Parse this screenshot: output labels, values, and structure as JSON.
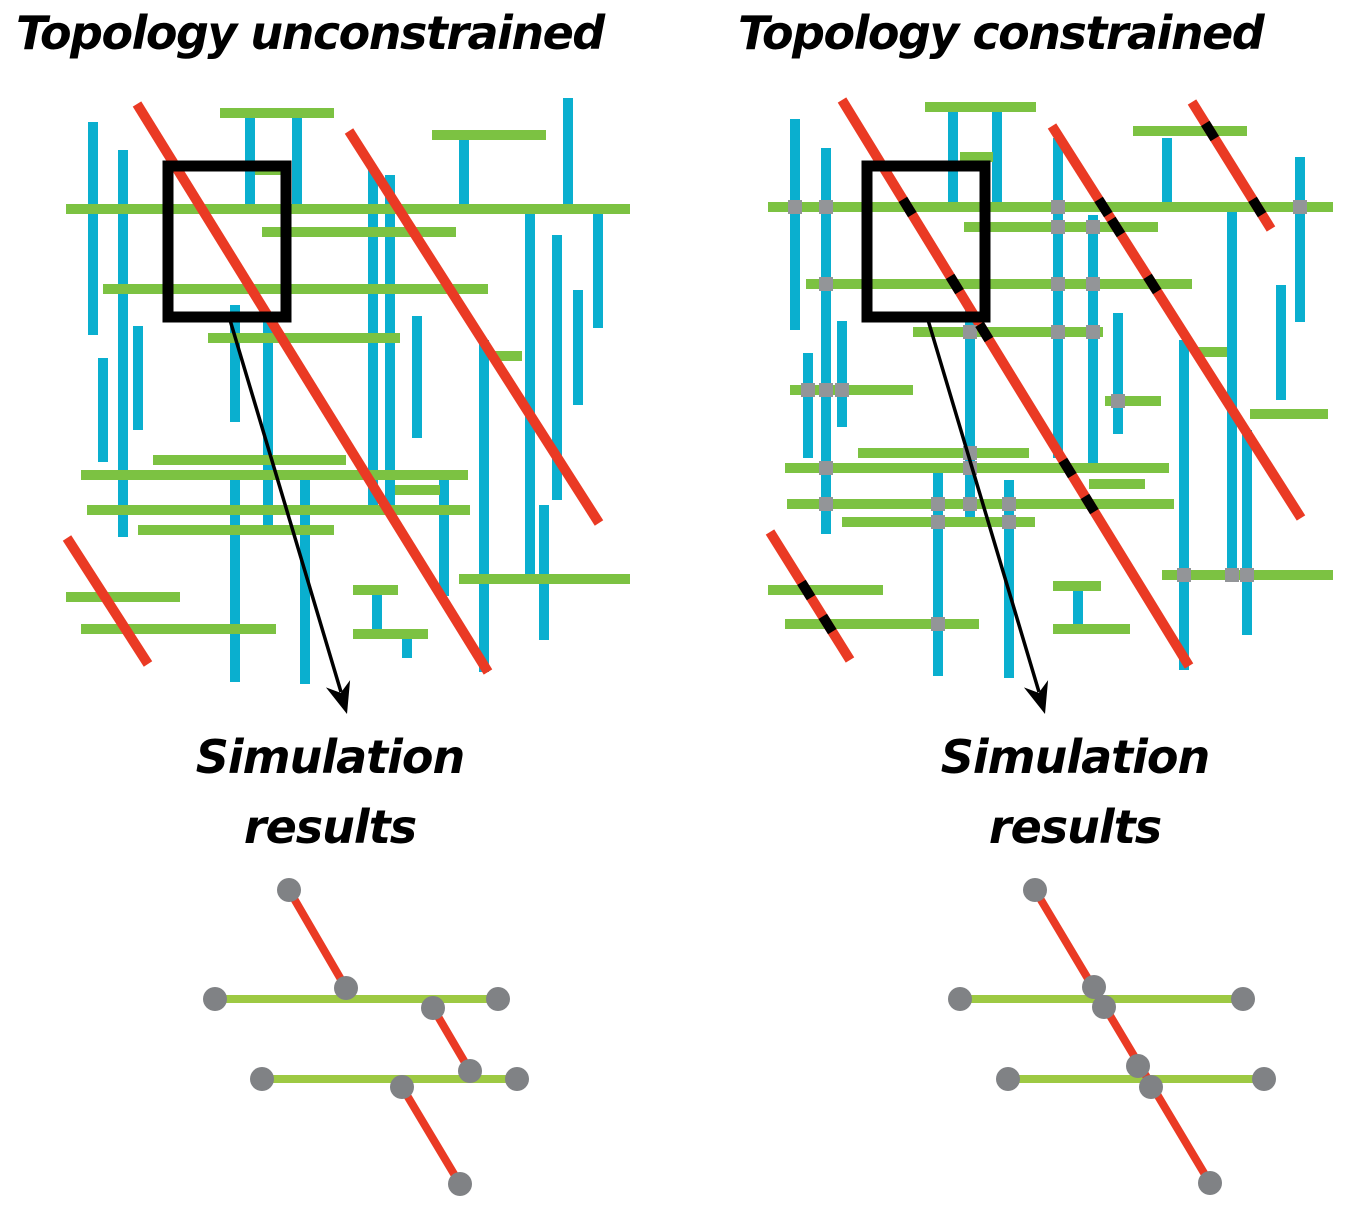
{
  "panels": {
    "left": {
      "title": "Topology unconstrained",
      "result_label_line1": "Simulation",
      "result_label_line2": "results"
    },
    "right": {
      "title": "Topology constrained",
      "result_label_line1": "Simulation",
      "result_label_line2": "results"
    }
  },
  "colors": {
    "vertical_segments": "#0aafcf",
    "horizontal_segments": "#7cc242",
    "diagonal_segments": "#ea3a24",
    "junction_nodes_grid": "#939598",
    "junction_nodes_diagonal": "#000000",
    "simulation_nodes": "#808285",
    "simulation_horizontal": "#9dc943",
    "zoom_box": "#000000"
  }
}
